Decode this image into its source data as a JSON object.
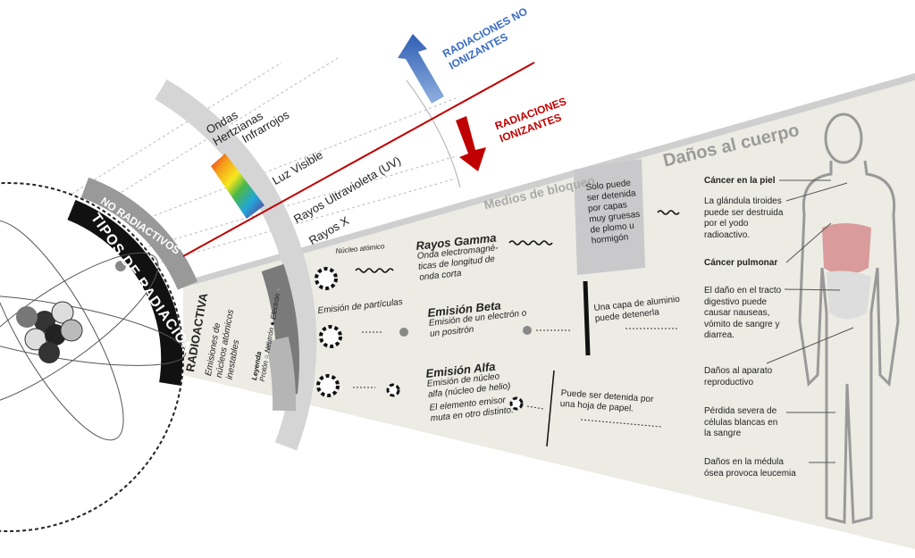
{
  "left": {
    "tipos": "TIPOS DE RADIACION",
    "no_radiactivos": "NO RADIACTIVOS",
    "radiactiva": "RADIOACTIVA",
    "radiactiva_sub": "Emisiones de núcleos atómicos inestables",
    "legend_title": "Leyenda",
    "legend_items": [
      "Protón",
      "Neutrón",
      "Electrón"
    ]
  },
  "spectrum": {
    "items": [
      "Ondas Hertzianas",
      "Infrarrojos",
      "Luz Visible",
      "Rayos Ultravioleta (UV)",
      "Rayos X"
    ]
  },
  "arrows": {
    "no_ionizantes": "RADIACIONES NO IONIZANTES",
    "ionizantes": "RADIACIONES IONIZANTES",
    "colors": {
      "no_ionizantes": "#3a6cc0",
      "ionizantes": "#c00000"
    }
  },
  "panel": {
    "medios": "Medios de bloqueo",
    "nucleo": "Núcleo atómico",
    "emision_particulas": "Emisión de partículas",
    "gamma": {
      "title": "Rayos Gamma",
      "desc": "Onda electromagné- ticas de longitud de onda corta",
      "block": "Solo puede ser detenida por capas muy gruesas de plomo u hormigón"
    },
    "beta": {
      "title": "Emisión Beta",
      "desc": "Emisión de un electrón o un positrón",
      "block": "Una capa de aluminio puede detenerla"
    },
    "alfa": {
      "title": "Emisión Alfa",
      "desc": "Emisión de núcleo alfa (núcleo de helio)",
      "desc2": "El elemento emisor muta en otro distinto.",
      "block": "Puede ser detenida por una hoja de papel."
    }
  },
  "body": {
    "title": "Daños al cuerpo",
    "items": [
      "Cáncer en la piel",
      "La glándula tiroides puede ser destruida por el yodo radioactivo.",
      "Cáncer pulmonar",
      "El daño en el tracto digestivo puede causar nauseas, vómito de sangre y diarrea.",
      "Daños al aparato reproductivo",
      "Pérdida severa de células blancas en la sangre",
      "Daños en la médula ósea provoca leucemia"
    ]
  }
}
